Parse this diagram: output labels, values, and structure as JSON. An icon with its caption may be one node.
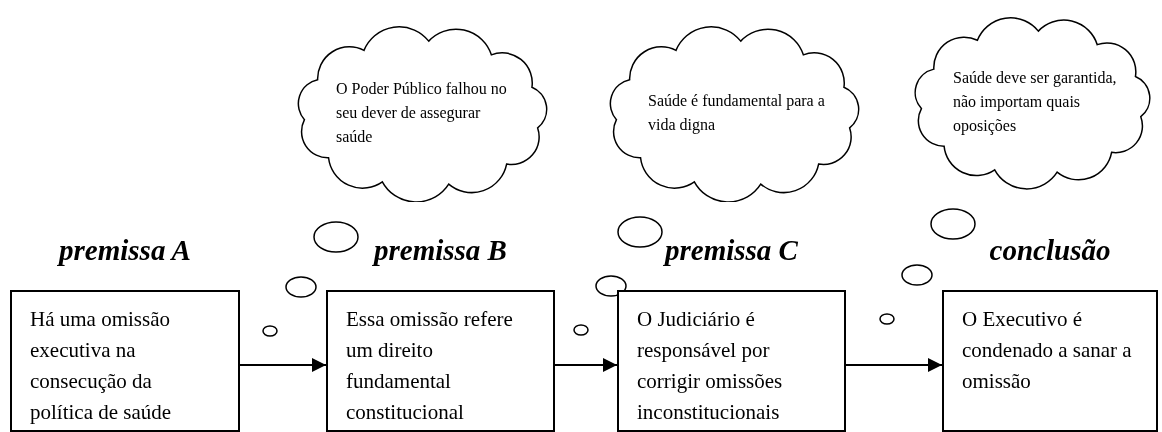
{
  "diagram": {
    "nodes": [
      {
        "text": [
          "premissa A",
          "Há uma omissão executiva na consecução da política de saúde"
        ]
      },
      {
        "text": [
          "premissa B",
          "Essa omissão refere um direito fundamental constitucional"
        ]
      },
      {
        "text": [
          "premissa C",
          "O Judiciário é responsável por corrigir omissões inconstitucionais"
        ]
      },
      {
        "text": [
          "conclusão",
          "O Executivo é condenado a sanar a omissão"
        ]
      },
      {
        "text": [
          "O Poder Público falhou no seu dever de assegurar saúde"
        ]
      },
      {
        "text": [
          "Saúde é fundamental para a vida digna"
        ]
      },
      {
        "text": [
          "Saúde deve ser garantida, não importam quais oposições"
        ]
      }
    ],
    "edges": [
      {
        "from": 0,
        "to": 1,
        "arrow": "to"
      },
      {
        "from": 1,
        "to": 2,
        "arrow": "to"
      },
      {
        "from": 2,
        "to": 3,
        "arrow": "to"
      }
    ]
  }
}
